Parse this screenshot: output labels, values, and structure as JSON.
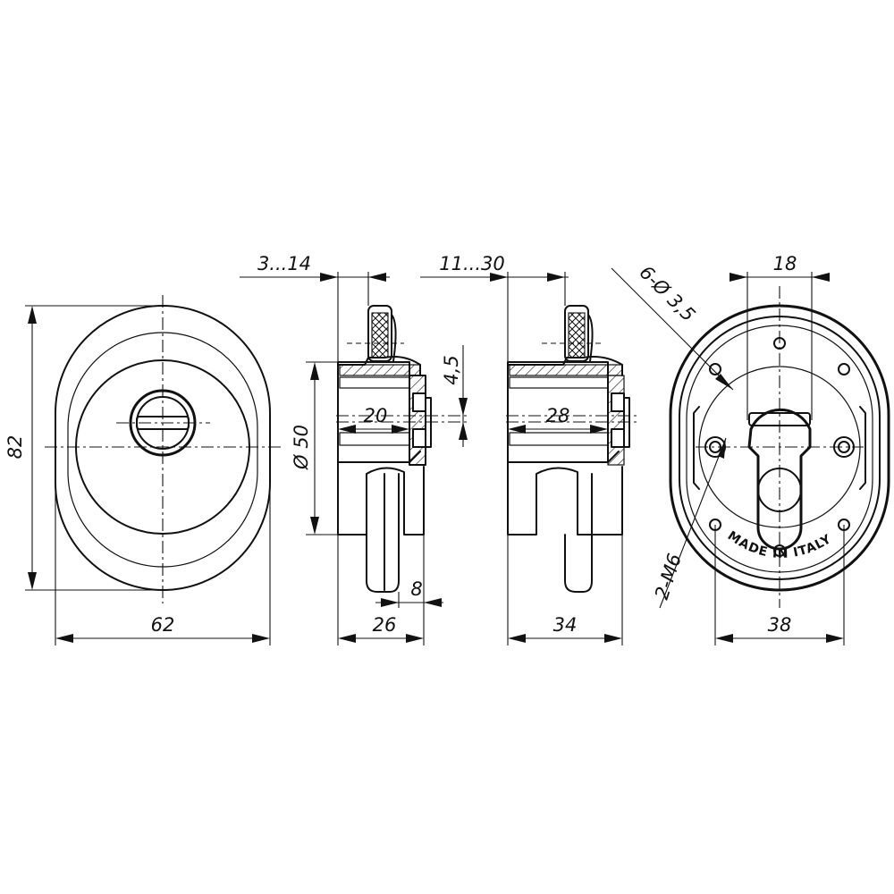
{
  "dimensions": {
    "width_62": "62",
    "height_82": "82",
    "range_3_14": "3...14",
    "range_11_30": "11...30",
    "offset_4_5": "4,5",
    "diam_50": "Ø 50",
    "depth_20": "20",
    "depth_28": "28",
    "thick_8": "8",
    "width_26": "26",
    "width_34": "34",
    "holes_6": "6-Ø 3,5",
    "spacing_18": "18",
    "width_38": "38",
    "thread_2m6": "2-M6"
  },
  "marking": "MADE IN ITALY",
  "colors": {
    "line": "#111111",
    "background": "#ffffff"
  }
}
